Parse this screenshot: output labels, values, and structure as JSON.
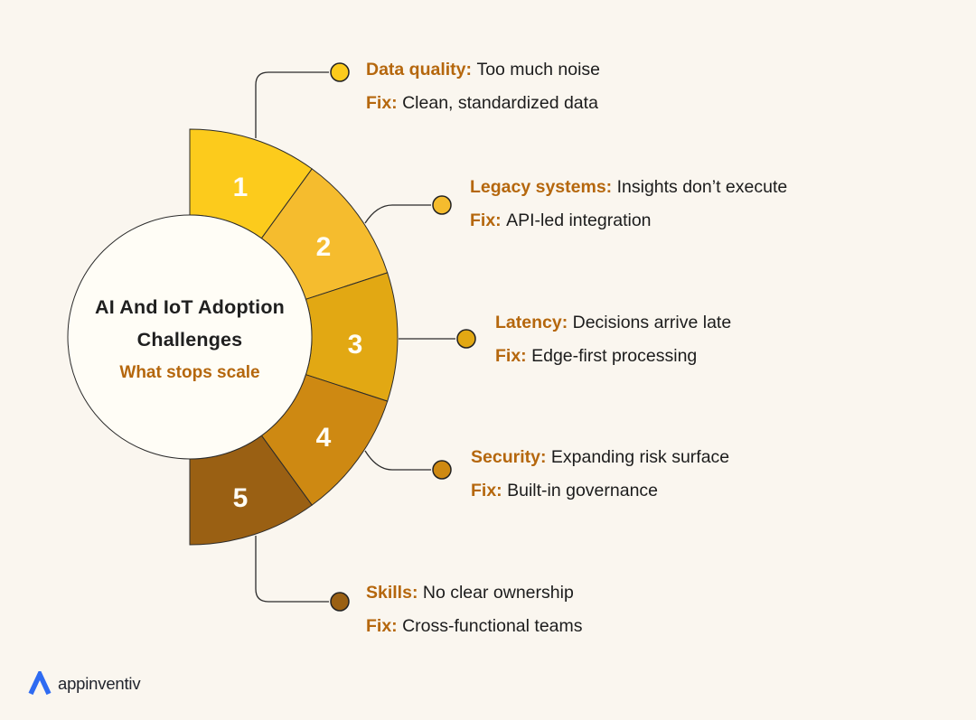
{
  "page": {
    "background": "#FAF6EF"
  },
  "center": {
    "title_line1": "AI And IoT Adoption",
    "title_line2": "Challenges",
    "subtitle": "What stops scale"
  },
  "chart": {
    "type": "semicircle-donut",
    "segments": [
      {
        "number": "1",
        "color": "#FCCB1C"
      },
      {
        "number": "2",
        "color": "#F5BC2E"
      },
      {
        "number": "3",
        "color": "#E2A813"
      },
      {
        "number": "4",
        "color": "#CE8912"
      },
      {
        "number": "5",
        "color": "#9A6013"
      }
    ]
  },
  "annotations": [
    {
      "label": "Data quality:",
      "text": "Too much noise",
      "fix_label": "Fix:",
      "fix_text": "Clean, standardized data",
      "dot_color": "#FCCB1C"
    },
    {
      "label": "Legacy systems:",
      "text": "Insights don’t execute",
      "fix_label": "Fix:",
      "fix_text": "API-led integration",
      "dot_color": "#F5BC2E"
    },
    {
      "label": "Latency:",
      "text": "Decisions arrive late",
      "fix_label": "Fix:",
      "fix_text": "Edge-first processing",
      "dot_color": "#E2A813"
    },
    {
      "label": "Security:",
      "text": "Expanding risk surface",
      "fix_label": "Fix:",
      "fix_text": "Built-in governance",
      "dot_color": "#CE8912"
    },
    {
      "label": "Skills:",
      "text": "No clear ownership",
      "fix_label": "Fix:",
      "fix_text": "Cross-functional teams",
      "dot_color": "#9A6013"
    }
  ],
  "footer": {
    "logo_text": "appinventiv"
  },
  "colors": {
    "accent_label": "#B5670D",
    "body_text": "#1C1C1C",
    "outline": "#2B2B2B",
    "logo_blue": "#2E6BF2"
  }
}
